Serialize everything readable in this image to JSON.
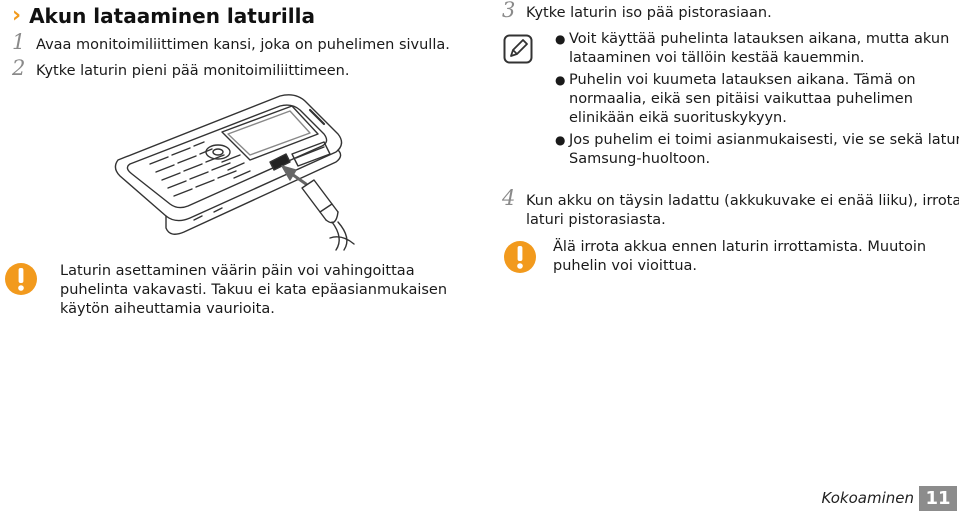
{
  "section": {
    "chevron": "›",
    "title": "Akun lataaminen laturilla"
  },
  "left_steps": [
    {
      "num": "1",
      "text": "Avaa monitoimiliittimen kansi, joka on puhelimen sivulla."
    },
    {
      "num": "2",
      "text": "Kytke laturin pieni pää monitoimiliittimeen."
    }
  ],
  "left_warning": {
    "icon": "warning-icon",
    "lines": [
      "Laturin asettaminen väärin päin voi vahingoittaa",
      "puhelinta vakavasti. Takuu ei kata epäasianmukaisen",
      "käytön aiheuttamia vaurioita."
    ]
  },
  "step3": {
    "num": "3",
    "text": "Kytke laturin iso pää pistorasiaan."
  },
  "note": {
    "icon": "note-pencil-icon",
    "bullets": [
      {
        "lines": [
          "Voit käyttää puhelinta latauksen aikana, mutta akun",
          "lataaminen voi tällöin kestää kauemmin."
        ]
      },
      {
        "lines": [
          "Puhelin voi kuumeta latauksen aikana. Tämä on",
          "normaalia, eikä sen pitäisi vaikuttaa puhelimen",
          "elinikään eikä suorituskykyyn."
        ]
      },
      {
        "lines": [
          "Jos puhelim ei toimi asianmukaisesti, vie se sekä laturi",
          "Samsung-huoltoon."
        ]
      }
    ]
  },
  "step4": {
    "num": "4",
    "lines": [
      "Kun akku on täysin ladattu (akkukuvake ei enää liiku), irrota",
      "laturi pistorasiasta."
    ]
  },
  "right_warning": {
    "icon": "warning-icon",
    "lines": [
      "Älä irrota akkua ennen laturin irrottamista. Muutoin",
      "puhelin voi vioittua."
    ]
  },
  "footer": {
    "section_name": "Kokoaminen",
    "page_number": "11"
  },
  "colors": {
    "accent": "#f29a1d",
    "warning": "#f29a1d",
    "page_box": "#8c8c8c"
  }
}
